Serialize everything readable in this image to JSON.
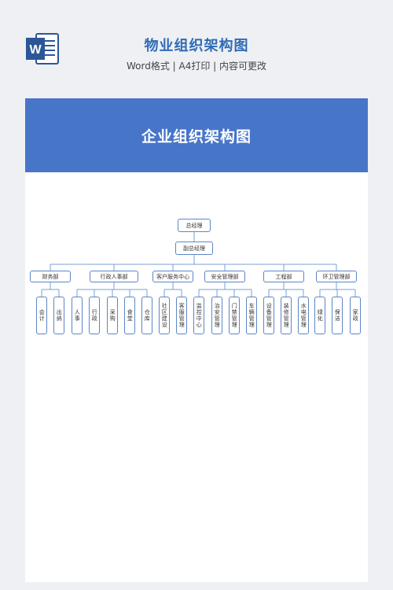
{
  "header": {
    "title": "物业组织架构图",
    "subtitle": "Word格式 | A4打印 | 内容可更改",
    "icon": "word-icon",
    "icon_letter": "W"
  },
  "banner": {
    "title": "企业组织架构图"
  },
  "colors": {
    "accent": "#2f6bb6",
    "banner": "#4775c8",
    "node_border": "#5c86c6",
    "connector": "#7a9fd6"
  },
  "org": {
    "root": "总经理",
    "deputy": "副总经理",
    "departments": [
      {
        "name": "财务部",
        "units": [
          "会计",
          "出纳"
        ]
      },
      {
        "name": "行政人事部",
        "units": [
          "人事",
          "行政",
          "采购",
          "食堂",
          "仓库"
        ]
      },
      {
        "name": "客户服务中心",
        "units": [
          "社区建设",
          "客服管理"
        ]
      },
      {
        "name": "安全管理部",
        "units": [
          "监控中心",
          "治安管理",
          "门禁管理",
          "车辆管理"
        ]
      },
      {
        "name": "工程部",
        "units": [
          "设备管理",
          "装修管理",
          "水电管理"
        ]
      },
      {
        "name": "环卫管理部",
        "units": [
          "绿化",
          "保洁",
          "家政"
        ]
      }
    ]
  }
}
